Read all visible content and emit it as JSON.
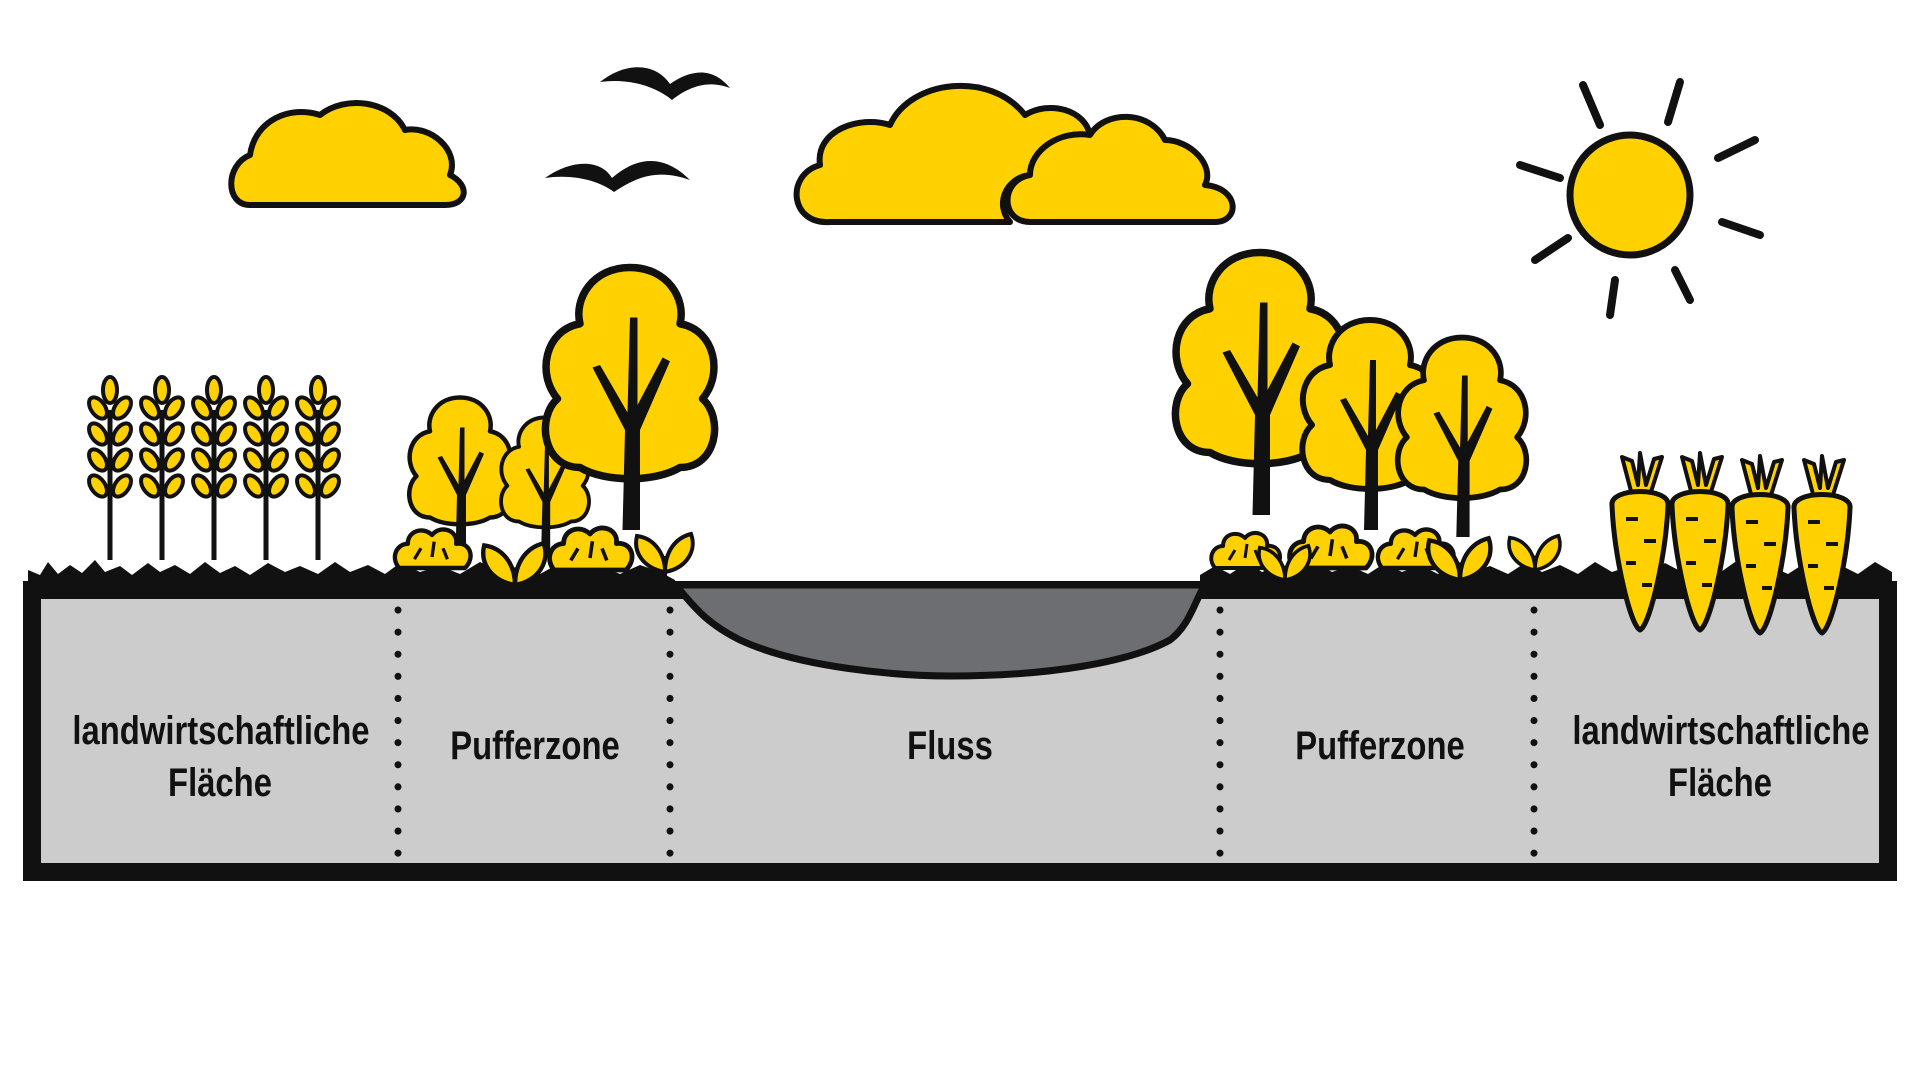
{
  "zones": [
    {
      "line1": "landwirtschaftliche",
      "line2": "Fläche"
    },
    {
      "line1": "Pufferzone",
      "line2": ""
    },
    {
      "line1": "Fluss",
      "line2": ""
    },
    {
      "line1": "Pufferzone",
      "line2": ""
    },
    {
      "line1": "landwirtschaftliche",
      "line2": "Fläche"
    }
  ],
  "icons": [
    "cloud-icon",
    "bird-icon",
    "sun-icon",
    "tree-icon",
    "bush-icon",
    "wheat-icon",
    "carrot-icon",
    "river-icon",
    "grass-icon"
  ],
  "colors": {
    "accent_yellow": "#FFD100",
    "outline": "#111111",
    "ground_fill": "#CCCCCC",
    "river_fill": "#6D6E72",
    "background": "#FFFFFF"
  }
}
